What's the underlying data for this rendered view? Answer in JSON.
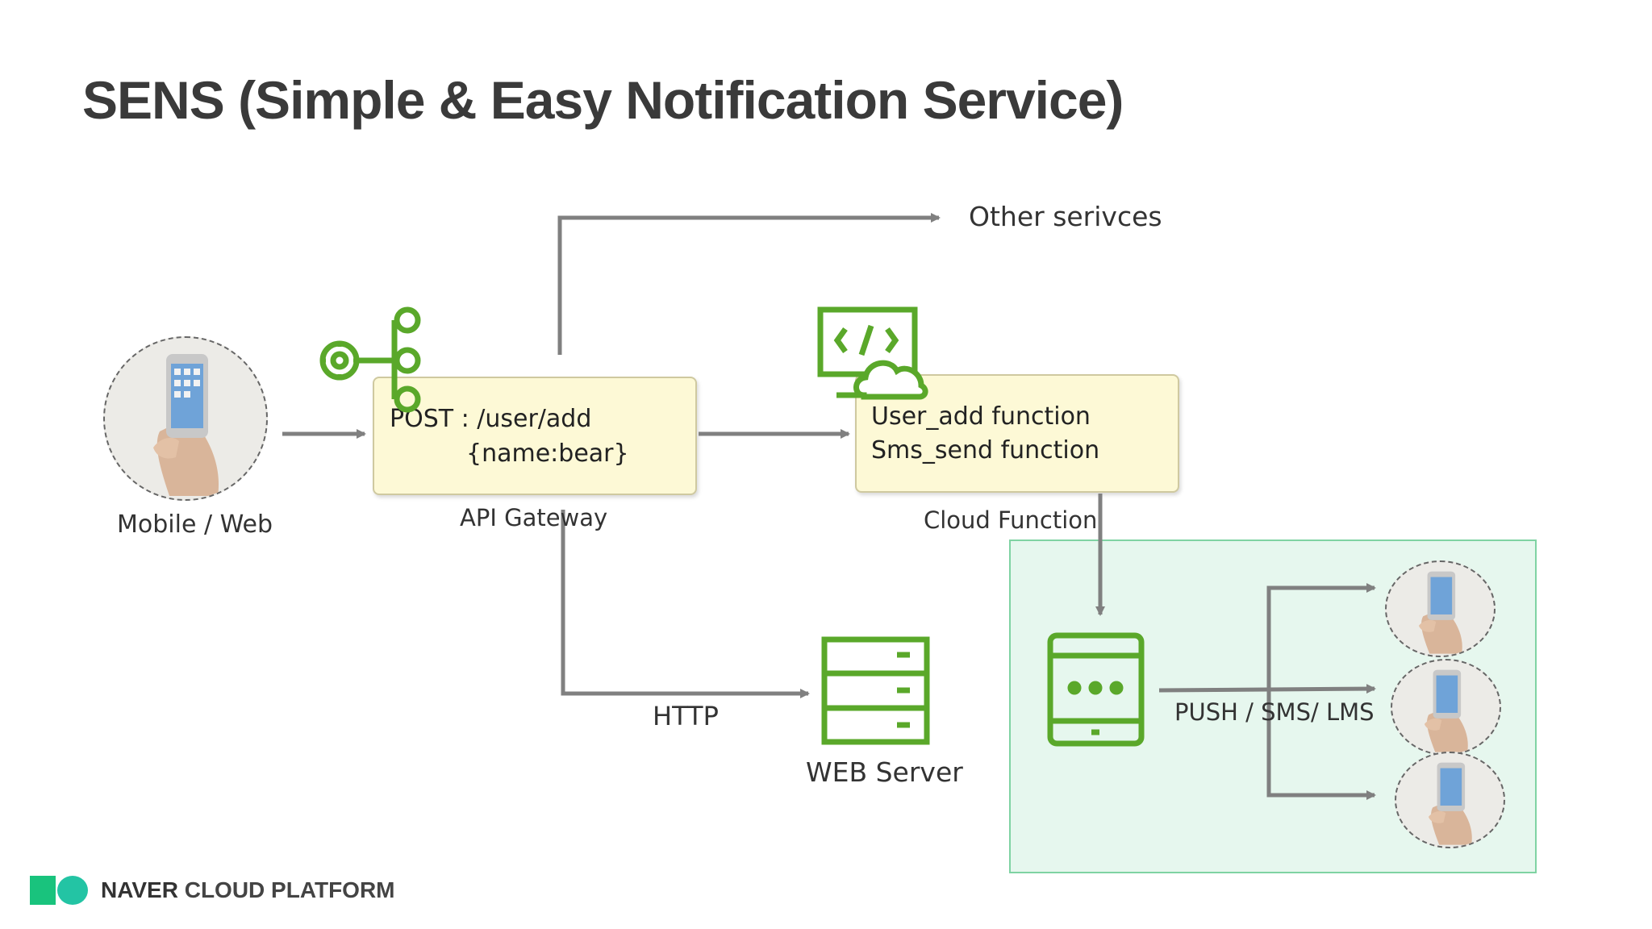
{
  "slide": {
    "title": "SENS (Simple & Easy Notification Service)"
  },
  "nodes": {
    "mobile_web": {
      "label": "Mobile / Web"
    },
    "api_gateway": {
      "label": "API Gateway",
      "line1": "POST :  /user/add",
      "line2": "{name:bear}"
    },
    "cloud_function": {
      "label": "Cloud Function",
      "line1": "User_add function",
      "line2": "Sms_send  function"
    },
    "web_server": {
      "label": "WEB Server"
    },
    "other_services": {
      "label": "Other serivces"
    }
  },
  "edges": {
    "http_label": "HTTP",
    "push_label": "PUSH / SMS/ LMS"
  },
  "footer": {
    "brand_bold": "NAVER",
    "brand_rest": " CLOUD PLATFORM"
  },
  "colors": {
    "icon_green": "#5aa82a",
    "arrow_gray": "#808080",
    "box_fill": "#fdf9d6",
    "panel_fill": "#e6f7ee",
    "panel_border": "#7fd3a3",
    "logo_green": "#19c37d",
    "logo_teal": "#23c4a4"
  },
  "icons": [
    "api-gateway-icon",
    "code-cloud-icon",
    "server-icon",
    "tablet-icon",
    "phone-photo-icon"
  ]
}
